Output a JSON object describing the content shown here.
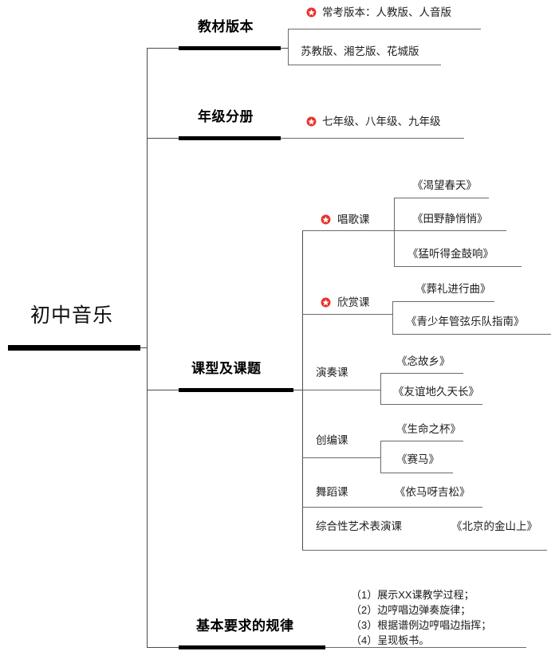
{
  "meta": {
    "title": "初中音乐",
    "accent_color": "#e8322a",
    "line_color": "#6a6a6a",
    "bar_color": "#000000",
    "background": "#ffffff",
    "star_icon": "red-star-icon"
  },
  "root": {
    "label": "初中音乐"
  },
  "branches": [
    {
      "id": "textbook-edition",
      "label": "教材版本",
      "children": [
        {
          "label": "常考版本：人教版、人音版",
          "starred": true
        },
        {
          "label": "苏教版、湘艺版、花城版",
          "starred": false
        }
      ]
    },
    {
      "id": "grade-volumes",
      "label": "年级分册",
      "children": [
        {
          "label": "七年级、八年级、九年级",
          "starred": true
        }
      ]
    },
    {
      "id": "lesson-types",
      "label": "课型及课题",
      "children": [
        {
          "label": "唱歌课",
          "starred": true,
          "items": [
            "《渴望春天》",
            "《田野静悄悄》",
            "《猛听得金鼓响》"
          ]
        },
        {
          "label": "欣赏课",
          "starred": true,
          "items": [
            "《葬礼进行曲》",
            "《青少年管弦乐队指南》"
          ]
        },
        {
          "label": "演奏课",
          "starred": false,
          "items": [
            "《念故乡》",
            "《友谊地久天长》"
          ]
        },
        {
          "label": "创编课",
          "starred": false,
          "items": [
            "《生命之杯》",
            "《赛马》"
          ]
        },
        {
          "label": "舞蹈课",
          "starred": false,
          "items": [
            "《依马呀吉松》"
          ]
        },
        {
          "label": "综合性艺术表演课",
          "starred": false,
          "items": [
            "《北京的金山上》"
          ]
        }
      ]
    },
    {
      "id": "basic-requirements",
      "label": "基本要求的规律",
      "children": [
        {
          "label": "（1）展示XX课教学过程；\n（2）边哼唱边弹奏旋律；\n（3）根据谱例边哼唱边指挥；\n（4）呈现板书。",
          "starred": false
        }
      ]
    }
  ]
}
